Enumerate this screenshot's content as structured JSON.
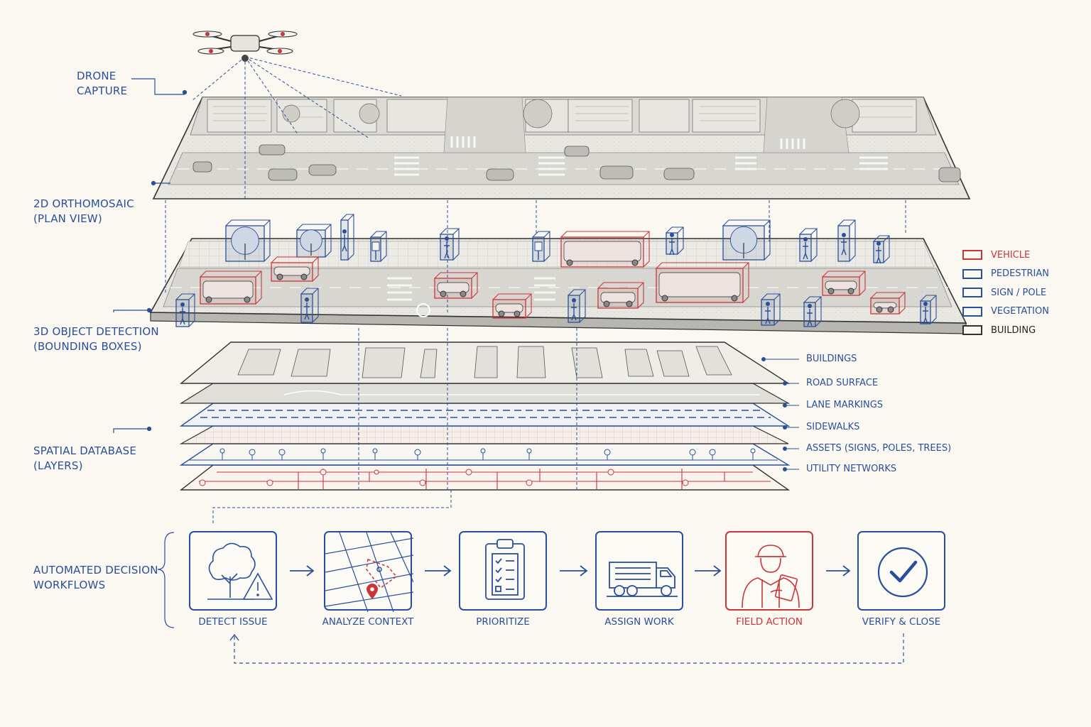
{
  "stages": {
    "drone_capture": [
      "DRONE",
      "CAPTURE"
    ],
    "orthomosaic": [
      "2D ORTHOMOSAIC",
      "(PLAN VIEW)"
    ],
    "detection": [
      "3D OBJECT DETECTION",
      "(BOUNDING BOXES)"
    ],
    "spatial_db": [
      "SPATIAL DATABASE",
      "(LAYERS)"
    ],
    "workflows": [
      "AUTOMATED DECISION",
      "WORKFLOWS"
    ]
  },
  "legend": [
    {
      "label": "VEHICLE",
      "color": "#c8363a"
    },
    {
      "label": "PEDESTRIAN",
      "color": "#2a4f9a"
    },
    {
      "label": "SIGN / POLE",
      "color": "#2a4f9a"
    },
    {
      "label": "VEGETATION",
      "color": "#2a4f9a"
    },
    {
      "label": "BUILDING",
      "color": "#333333"
    }
  ],
  "layers": [
    "BUILDINGS",
    "ROAD SURFACE",
    "LANE MARKINGS",
    "SIDEWALKS",
    "ASSETS (SIGNS, POLES, TREES)",
    "UTILITY NETWORKS"
  ],
  "workflow_steps": [
    {
      "label": "DETECT ISSUE",
      "icon": "tree-warning-icon",
      "accent": "#2a4f9a"
    },
    {
      "label": "ANALYZE CONTEXT",
      "icon": "map-pin-icon",
      "accent": "#2a4f9a"
    },
    {
      "label": "PRIORITIZE",
      "icon": "clipboard-checklist-icon",
      "accent": "#2a4f9a"
    },
    {
      "label": "ASSIGN WORK",
      "icon": "truck-icon",
      "accent": "#2a4f9a"
    },
    {
      "label": "FIELD ACTION",
      "icon": "worker-tablet-icon",
      "accent": "#c8363a"
    },
    {
      "label": "VERIFY & CLOSE",
      "icon": "checkmark-circle-icon",
      "accent": "#2a4f9a"
    }
  ],
  "colors": {
    "blue": "#2a4f9a",
    "red": "#c8363a",
    "background": "#fbf8f1"
  }
}
